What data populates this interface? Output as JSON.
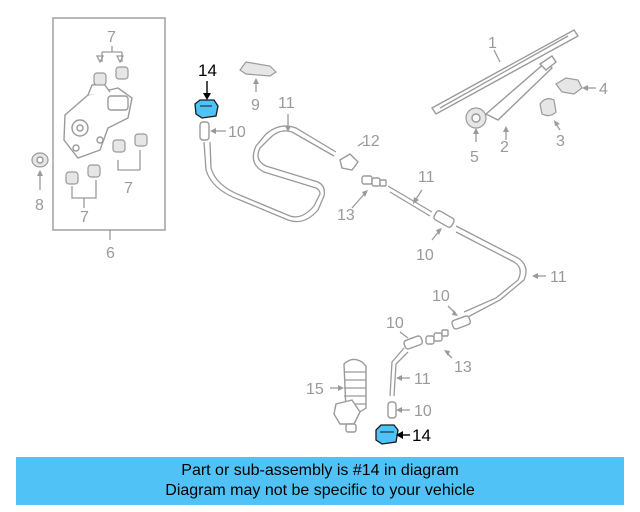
{
  "callouts": {
    "c1": "1",
    "c2": "2",
    "c3": "3",
    "c4": "4",
    "c5": "5",
    "c6": "6",
    "c7a": "7",
    "c7b": "7",
    "c7c": "7",
    "c8": "8",
    "c9": "9",
    "c10a": "10",
    "c10b": "10",
    "c10c": "10",
    "c10d": "10",
    "c10e": "10",
    "c11a": "11",
    "c11b": "11",
    "c11c": "11",
    "c11d": "11",
    "c12": "12",
    "c13a": "13",
    "c13b": "13",
    "c14a": "14",
    "c14b": "14",
    "c15": "15"
  },
  "highlight": {
    "part_number": "14",
    "color": "#4fc3f7"
  },
  "banner": {
    "line1": "Part or sub-assembly is #14 in diagram",
    "line2": "Diagram may not be specific to your vehicle",
    "background": "#50c2f5"
  }
}
